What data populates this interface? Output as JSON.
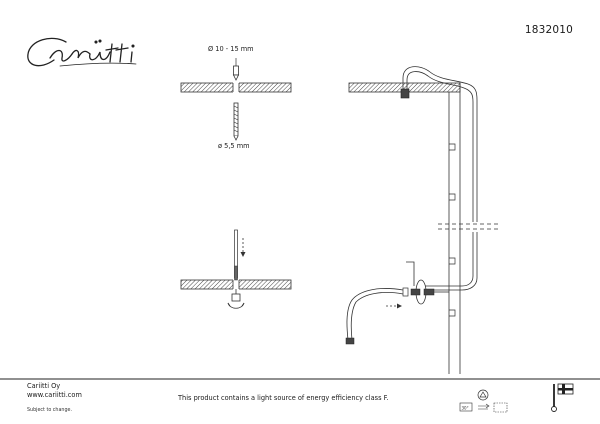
{
  "brand": {
    "logo_text": "Cariitti"
  },
  "header": {
    "product_code": "1832010"
  },
  "drilling": {
    "hole_diameter_label": "Ø 10 - 15 mm",
    "screw_diameter_label": "ø 5,5 mm"
  },
  "footer": {
    "company": "Cariitti Oy",
    "website": "www.cariitti.com",
    "notice": "Subject to change.",
    "energy_statement": "This product contains a light source of energy efficiency class F."
  },
  "icons": [
    "ceiling-light-icon",
    "flat-surface-mount-icon",
    "finnish-flag-icon",
    "arrow-icon"
  ]
}
